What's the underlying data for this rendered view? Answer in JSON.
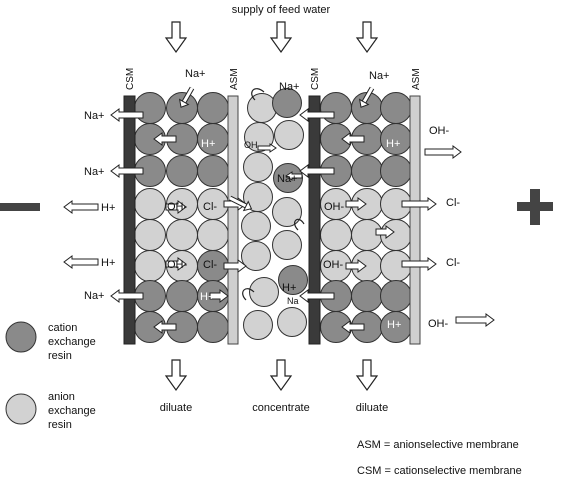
{
  "header": {
    "feed_label": "supply of feed water"
  },
  "membranes": {
    "cation": "CSM",
    "anion": "ASM"
  },
  "electrodes": {
    "negative": "−",
    "positive": "+"
  },
  "ions": {
    "na": "Na+",
    "h": "H+",
    "oh": "OH-",
    "cl": "Cl-",
    "oh_small": "OH",
    "na_small": "Na"
  },
  "outputs": {
    "left": "diluate",
    "center": "concentrate",
    "right": "diluate"
  },
  "legend": {
    "cation_resin": [
      "cation",
      "exchange",
      "resin"
    ],
    "anion_resin": [
      "anion",
      "exchange",
      "resin"
    ],
    "asm_def": "ASM = anionselective membrane",
    "csm_def": "CSM = cationselective membrane"
  },
  "colors": {
    "cation_resin": "#8a8a8a",
    "anion_resin": "#d2d2d2",
    "membrane_dark": "#3a3a3a",
    "membrane_light": "#cfcfcf",
    "electrode": "#444444"
  }
}
